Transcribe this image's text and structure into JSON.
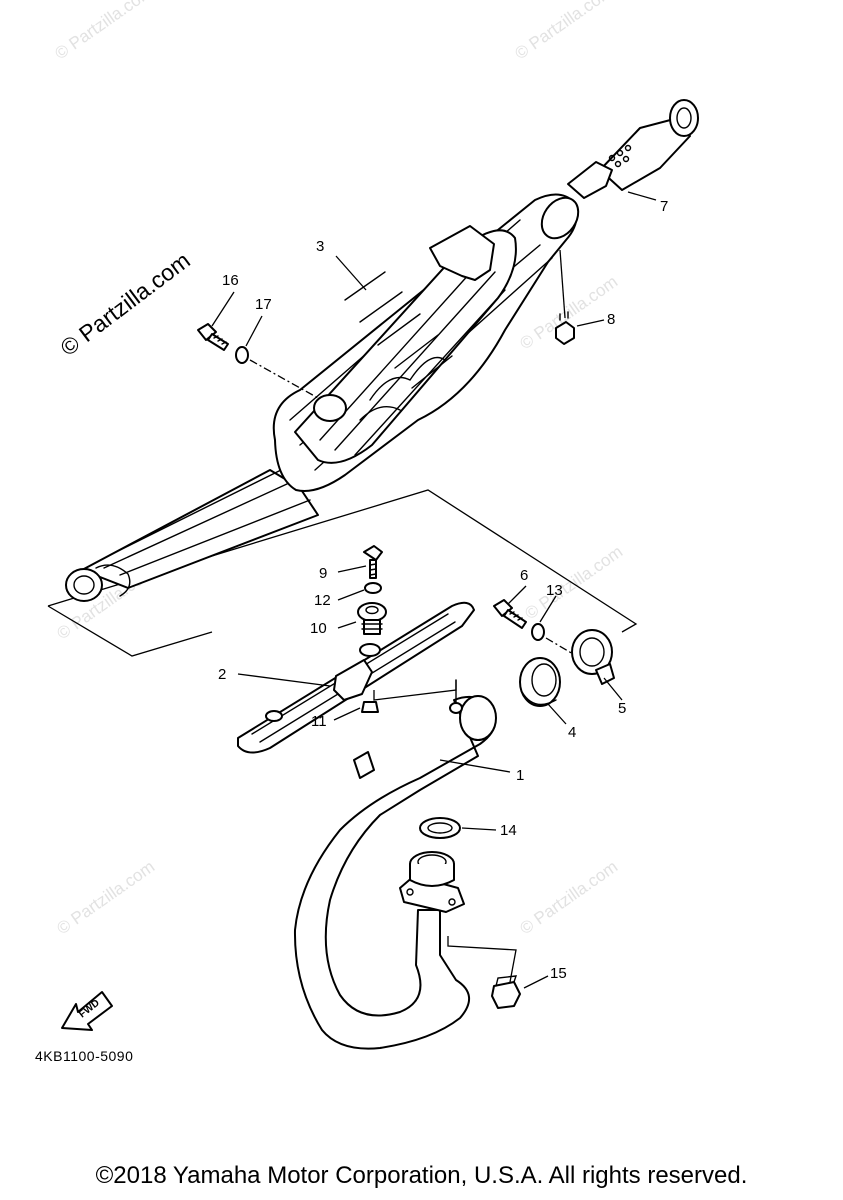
{
  "watermark": {
    "main": "© Partzilla.com",
    "faint": "© Partzilla.com"
  },
  "callouts": {
    "c1": "1",
    "c2": "2",
    "c3": "3",
    "c4": "4",
    "c5": "5",
    "c6": "6",
    "c7": "7",
    "c8": "8",
    "c9": "9",
    "c10": "10",
    "c11": "11",
    "c12": "12",
    "c13": "13",
    "c14": "14",
    "c15": "15",
    "c16": "16",
    "c17": "17"
  },
  "fwd_label": "FWD",
  "diagram_code": "4KB1100-5090",
  "copyright": "©2018 Yamaha Motor Corporation, U.S.A. All rights reserved."
}
